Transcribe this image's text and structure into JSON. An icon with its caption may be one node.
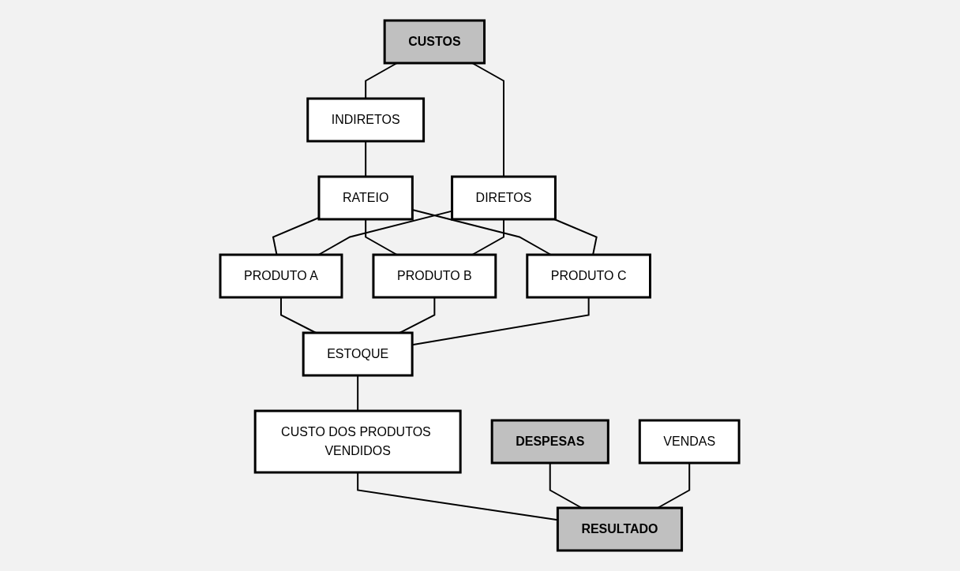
{
  "diagram": {
    "nodes": [
      {
        "text": [
          "CUSTOS"
        ]
      },
      {
        "text": [
          "DESPESAS"
        ]
      },
      {
        "text": [
          "INDIRETOS"
        ]
      },
      {
        "text": [
          "DIRETOS"
        ]
      },
      {
        "text": [
          "RATEIO"
        ]
      },
      {
        "text": [
          "PRODUTO A"
        ]
      },
      {
        "text": [
          "PRODUTO B"
        ]
      },
      {
        "text": [
          "PRODUTO C"
        ]
      },
      {
        "text": [
          "VENDAS"
        ]
      },
      {
        "text": [
          "ESTOQUE"
        ]
      },
      {
        "text": [
          "CUSTO DOS PRODUTOS VENDIDOS"
        ]
      },
      {
        "text": [
          "RESULTADO"
        ]
      }
    ],
    "edges": [
      {
        "from": 0,
        "to": 2,
        "arrow": "none"
      },
      {
        "from": 0,
        "to": 3,
        "arrow": "none"
      },
      {
        "from": 2,
        "to": 4,
        "arrow": "none"
      },
      {
        "from": 4,
        "to": 5,
        "arrow": "none"
      },
      {
        "from": 4,
        "to": 6,
        "arrow": "none"
      },
      {
        "from": 4,
        "to": 7,
        "arrow": "none"
      },
      {
        "from": 3,
        "to": 5,
        "arrow": "none"
      },
      {
        "from": 3,
        "to": 6,
        "arrow": "none"
      },
      {
        "from": 3,
        "to": 7,
        "arrow": "none"
      },
      {
        "from": 5,
        "to": 9,
        "arrow": "none"
      },
      {
        "from": 6,
        "to": 9,
        "arrow": "none"
      },
      {
        "from": 7,
        "to": 9,
        "arrow": "none"
      },
      {
        "from": 9,
        "to": 10,
        "arrow": "none"
      },
      {
        "from": 10,
        "to": 11,
        "arrow": "none"
      },
      {
        "from": 1,
        "to": 11,
        "arrow": "none"
      },
      {
        "from": 8,
        "to": 11,
        "arrow": "none"
      }
    ]
  }
}
